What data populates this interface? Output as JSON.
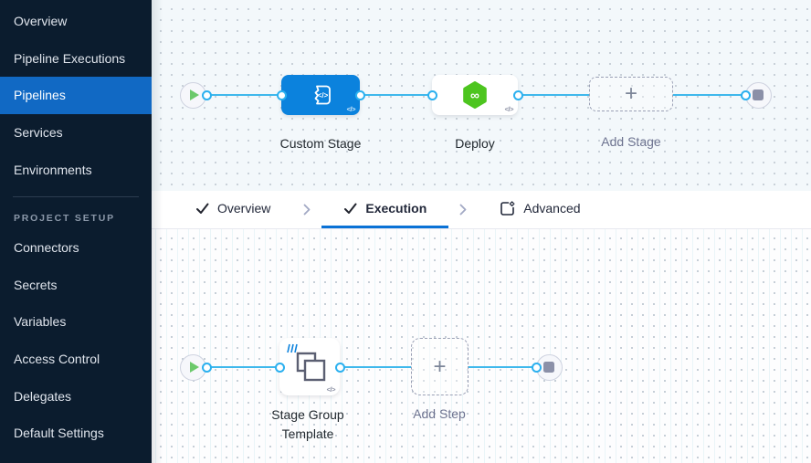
{
  "sidebar": {
    "items": [
      {
        "label": "Overview",
        "active": false
      },
      {
        "label": "Pipeline Executions",
        "active": false
      },
      {
        "label": "Pipelines",
        "active": true
      },
      {
        "label": "Services",
        "active": false
      },
      {
        "label": "Environments",
        "active": false
      }
    ],
    "section_label": "PROJECT SETUP",
    "setup_items": [
      {
        "label": "Connectors"
      },
      {
        "label": "Secrets"
      },
      {
        "label": "Variables"
      },
      {
        "label": "Access Control"
      },
      {
        "label": "Delegates"
      },
      {
        "label": "Default Settings"
      }
    ]
  },
  "stage_graph": {
    "stages": [
      {
        "label": "Custom Stage",
        "icon": "custom-stage-icon",
        "code_badge": "</>"
      },
      {
        "label": "Deploy",
        "icon": "cd-hexagon-icon",
        "code_badge": "</>"
      }
    ],
    "add_stage_label": "Add Stage",
    "plus_glyph": "+"
  },
  "tabs": {
    "overview_label": "Overview",
    "execution_label": "Execution",
    "advanced_label": "Advanced",
    "active_tab": "Execution"
  },
  "execution_graph": {
    "steps": [
      {
        "label": "Stage Group Template",
        "icon": "stage-group-template-icon",
        "code_badge": "</>"
      }
    ],
    "add_step_label": "Add Step",
    "plus_glyph": "+"
  },
  "icons": {
    "play": "▶",
    "stop": "■",
    "check": "✓",
    "chevron": "❯",
    "infinity": "∞"
  },
  "colors": {
    "sidebar_bg": "#0b1c2e",
    "sidebar_active": "#1169c4",
    "edge_blue": "#3fb8ec",
    "stage_blue": "#0b82dd",
    "cd_green": "#4dc51f",
    "tab_underline": "#0a72d6",
    "canvas_top_bg": "#f3f8fb"
  }
}
